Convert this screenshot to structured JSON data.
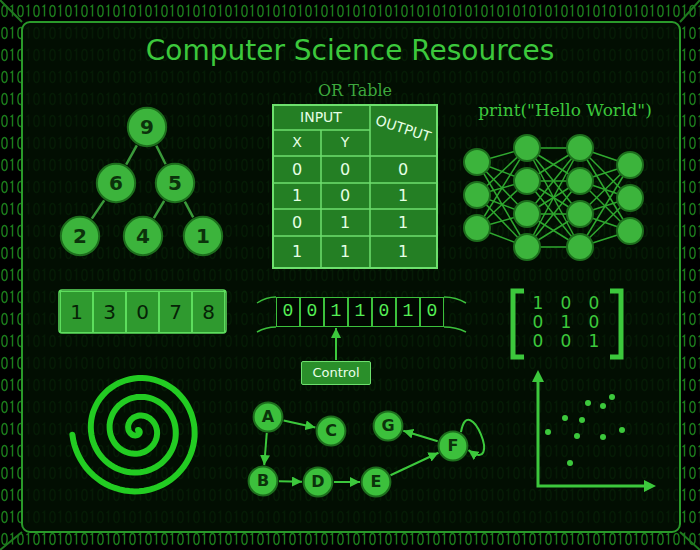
{
  "diagram": {
    "title": "Computer Science Resources",
    "nodes": [
      {
        "text": [
          "9"
        ]
      },
      {
        "text": [
          "6"
        ]
      },
      {
        "text": [
          "5"
        ]
      },
      {
        "text": [
          "2"
        ]
      },
      {
        "text": [
          "4"
        ]
      },
      {
        "text": [
          "1"
        ]
      },
      {
        "text": [
          "OR Table"
        ]
      },
      {
        "text": [
          "1"
        ]
      },
      {
        "text": [
          "3"
        ]
      },
      {
        "text": [
          "0"
        ]
      },
      {
        "text": [
          "7"
        ]
      },
      {
        "text": [
          "8"
        ]
      },
      {
        "text": [
          "0"
        ]
      },
      {
        "text": [
          "0"
        ]
      },
      {
        "text": [
          "1"
        ]
      },
      {
        "text": [
          "1"
        ]
      },
      {
        "text": [
          "0"
        ]
      },
      {
        "text": [
          "1"
        ]
      },
      {
        "text": [
          "0"
        ]
      },
      {
        "text": [
          "Control"
        ]
      },
      {
        "text": [
          "A"
        ]
      },
      {
        "text": [
          "B"
        ]
      },
      {
        "text": [
          "C"
        ]
      },
      {
        "text": [
          "D"
        ]
      },
      {
        "text": [
          "E"
        ]
      },
      {
        "text": [
          "F"
        ]
      },
      {
        "text": [
          "G"
        ]
      }
    ],
    "edges": [
      {
        "from": 0,
        "to": 1,
        "arrow": "none"
      },
      {
        "from": 0,
        "to": 2,
        "arrow": "none"
      },
      {
        "from": 1,
        "to": 3,
        "arrow": "none"
      },
      {
        "from": 2,
        "to": 4,
        "arrow": "none"
      },
      {
        "from": 2,
        "to": 5,
        "arrow": "none"
      },
      {
        "from": 19,
        "to": 14,
        "arrow": "to"
      },
      {
        "from": 20,
        "to": 22,
        "arrow": "to"
      },
      {
        "from": 20,
        "to": 21,
        "arrow": "to"
      },
      {
        "from": 21,
        "to": 23,
        "arrow": "to"
      },
      {
        "from": 23,
        "to": 24,
        "arrow": "to"
      },
      {
        "from": 24,
        "to": 25,
        "arrow": "to"
      },
      {
        "from": 25,
        "to": 26,
        "arrow": "to"
      },
      {
        "from": 25,
        "to": 25,
        "arrow": "to"
      }
    ],
    "labels": [
      "print(\"Hello World\")",
      "INPUT",
      "OUTPUT",
      "X",
      "Y",
      "0",
      "0",
      "0",
      "1",
      "0",
      "1",
      "0",
      "1",
      "1",
      "1",
      "1",
      "1",
      "1",
      "0",
      "0",
      "0",
      "1",
      "0",
      "0",
      "0",
      "1"
    ]
  }
}
